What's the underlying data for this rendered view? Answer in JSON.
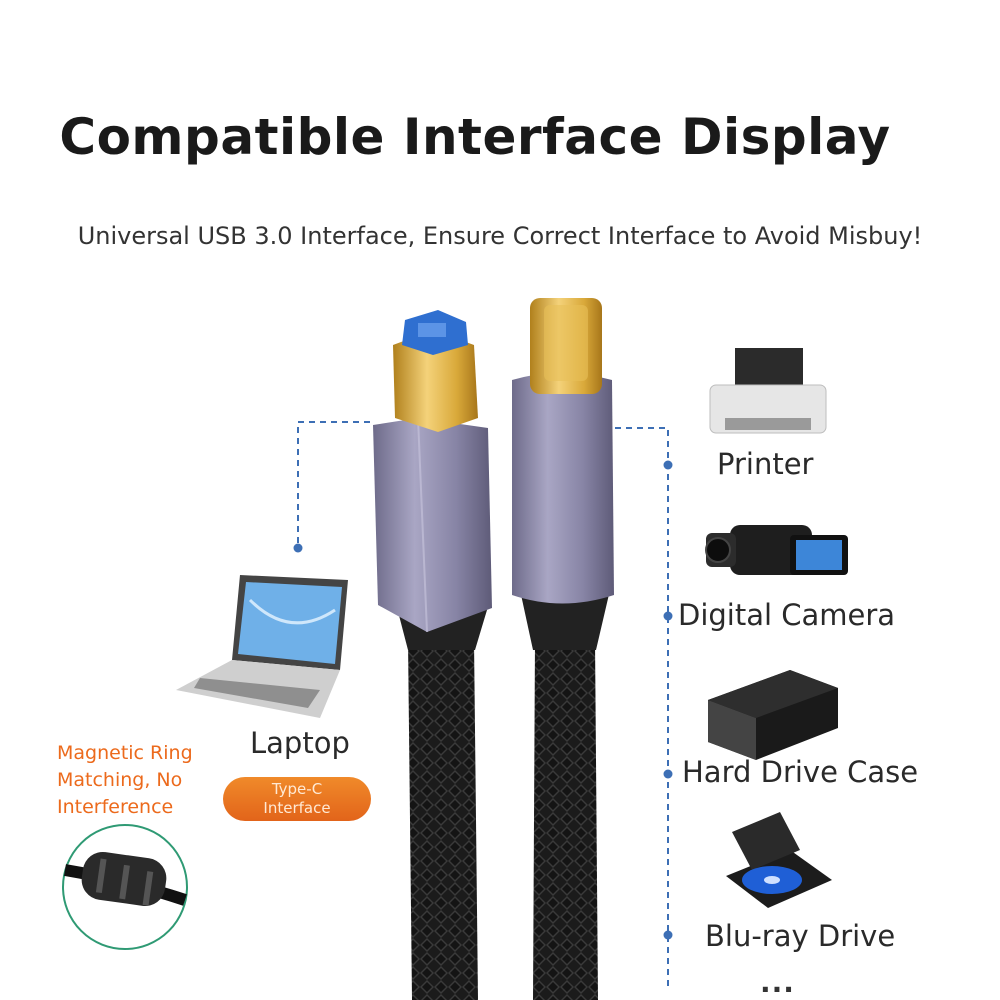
{
  "header": {
    "title": "Compatible Interface Display",
    "subtitle": "Universal USB 3.0 Interface, Ensure Correct Interface to Avoid Misbuy!"
  },
  "left": {
    "device_label": "Laptop",
    "note": "Magnetic Ring Matching, No Interference",
    "pill_line1": "Type-C",
    "pill_line2": "Interface"
  },
  "devices": [
    {
      "label": "Printer",
      "icon": "printer-icon"
    },
    {
      "label": "Digital Camera",
      "icon": "camera-icon"
    },
    {
      "label": "Hard Drive Case",
      "icon": "hard-drive-icon"
    },
    {
      "label": "Blu-ray Drive",
      "icon": "bluray-drive-icon"
    }
  ],
  "more": "...",
  "colors": {
    "accent_orange": "#ec6a1c",
    "connector_line": "#3d6fb5",
    "connector_housing": "#8a87a8",
    "gold_plug": "#d9a93a",
    "usb_b_blue": "#2f6fd0"
  }
}
